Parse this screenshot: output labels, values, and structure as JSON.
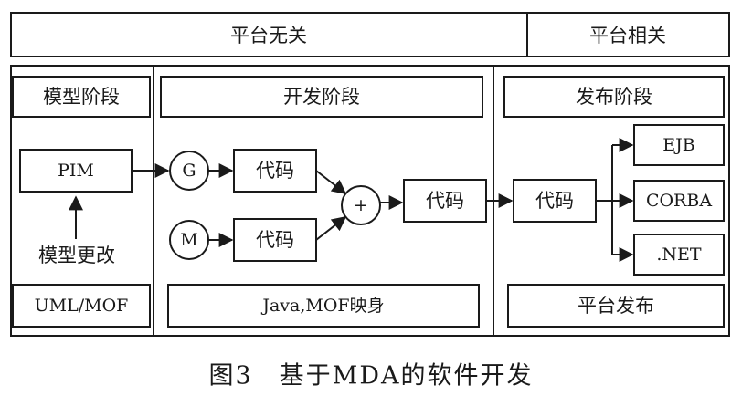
{
  "header": {
    "platform_independent": "平台无关",
    "platform_dependent": "平台相关"
  },
  "stages": {
    "model": "模型阶段",
    "development": "开发阶段",
    "release": "发布阶段"
  },
  "model_column": {
    "pim": "PIM",
    "model_change": "模型更改",
    "footer": "UML/MOF"
  },
  "dev_column": {
    "g_node": "G",
    "m_node": "M",
    "code_top": "代码",
    "code_bottom": "代码",
    "plus_node": "+",
    "code_merged": "代码",
    "footer": "Java,MOF映身"
  },
  "release_column": {
    "code": "代码",
    "targets": [
      "EJB",
      "CORBA",
      ".NET"
    ],
    "footer": "平台发布"
  },
  "caption": "图3　基于MDA的软件开发",
  "colors": {
    "stroke": "#1a1a1a",
    "background": "#ffffff"
  }
}
